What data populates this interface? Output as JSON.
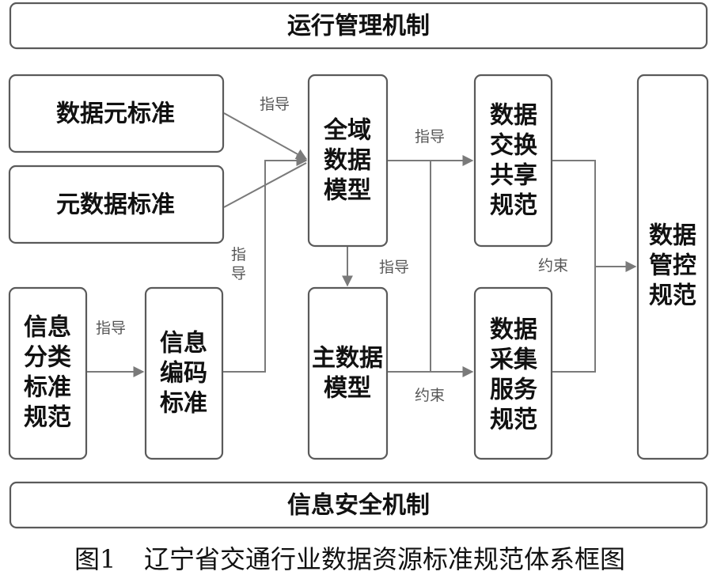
{
  "nodes": {
    "top_bar": {
      "label": "运行管理机制"
    },
    "bottom_bar": {
      "label": "信息安全机制"
    },
    "data_element_std": {
      "label": "数据元标准"
    },
    "metadata_std": {
      "label": "元数据标准"
    },
    "info_class_spec": {
      "lines": [
        "信息",
        "分类",
        "标准",
        "规范"
      ]
    },
    "info_code_std": {
      "lines": [
        "信息",
        "编码",
        "标准"
      ]
    },
    "global_data_model": {
      "lines": [
        "全域",
        "数据",
        "模型"
      ]
    },
    "master_data_model": {
      "lines": [
        "主数据",
        "模型"
      ]
    },
    "exchange_spec": {
      "lines": [
        "数据",
        "交换",
        "共享",
        "规范"
      ]
    },
    "collection_spec": {
      "lines": [
        "数据",
        "采集",
        "服务",
        "规范"
      ]
    },
    "control_spec": {
      "lines": [
        "数据",
        "管控",
        "规范"
      ]
    }
  },
  "edge_labels": {
    "guide_top": "指导",
    "guide_vertical": [
      "指",
      "导"
    ],
    "guide_class_to_code": "指导",
    "guide_to_exchange": "指导",
    "guide_global_to_master": "指导",
    "constrain_upper": "约束",
    "constrain_lower": "约束"
  },
  "caption": {
    "number": "图1",
    "text": "辽宁省交通行业数据资源标准规范体系框图"
  }
}
